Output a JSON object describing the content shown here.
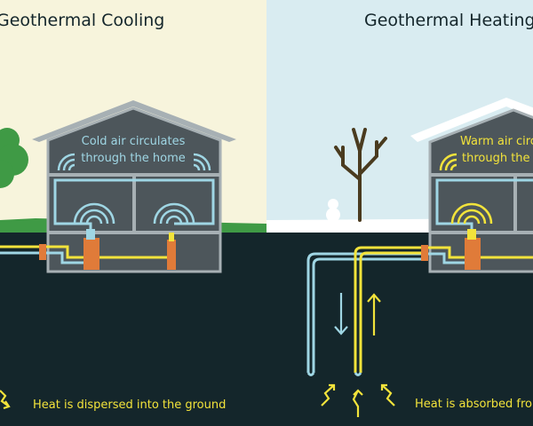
{
  "left_panel": {
    "title": "Geothermal Cooling",
    "house_text_line1": "Cold air circulates",
    "house_text_line2": "through the home",
    "ground_caption": "Heat is dispersed into the ground"
  },
  "right_panel": {
    "title": "Geothermal Heating",
    "house_text_line1": "Warm air circulates",
    "house_text_line2": "through the home",
    "ground_caption": "Heat is absorbed from the ground"
  },
  "colors": {
    "cool_sky": "#f7f4dc",
    "winter_sky": "#d9ecf1",
    "ground": "#14262b",
    "house": "#4d565b",
    "house_frame": "#a7b0b4",
    "cold_pipe": "#9fd6e4",
    "warm_pipe": "#f2e33b",
    "pump": "#e07b39",
    "grass": "#3f9a45",
    "snow": "#ffffff"
  }
}
